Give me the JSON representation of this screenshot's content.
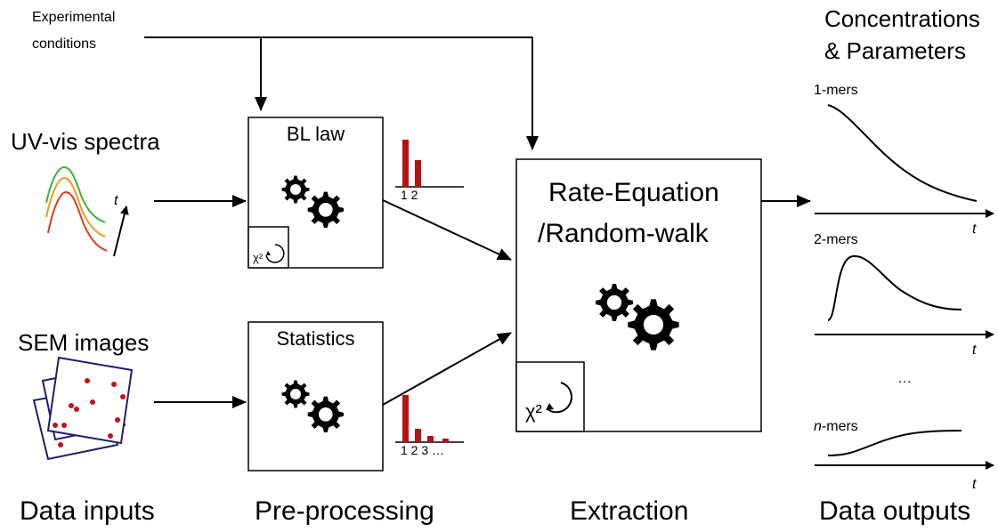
{
  "inputs": {
    "experimental_conditions": [
      "Experimental",
      "conditions"
    ],
    "uv_vis": "UV-vis spectra",
    "sem": "SEM images"
  },
  "preprocessing": {
    "bl_law": "BL law",
    "statistics": "Statistics",
    "bl_bar_ticks": "1 2",
    "stat_bar_ticks": "1 2 3 …",
    "chi_symbol": "χ²"
  },
  "extraction": {
    "title_line1": "Rate-Equation",
    "title_line2": "/Random-walk",
    "chi_symbol": "χ²"
  },
  "outputs": {
    "header_line1": "Concentrations",
    "header_line2": "& Parameters",
    "monomers": "1-mers",
    "dimers": "2-mers",
    "ellipsis": "…",
    "nmers_n": "n",
    "nmers_suffix": "-mers",
    "time_label": "t",
    "uv_time_label": "t"
  },
  "stages": {
    "inputs": "Data inputs",
    "preprocessing": "Pre-processing",
    "extraction": "Extraction",
    "outputs": "Data outputs"
  },
  "colors": {
    "bar": "#b31313",
    "dot": "#c0121e",
    "sem_frame": "#1f1f6b",
    "spectrum_green": "#3db33d",
    "spectrum_orange": "#f29a1f",
    "spectrum_red": "#e23a1e"
  }
}
